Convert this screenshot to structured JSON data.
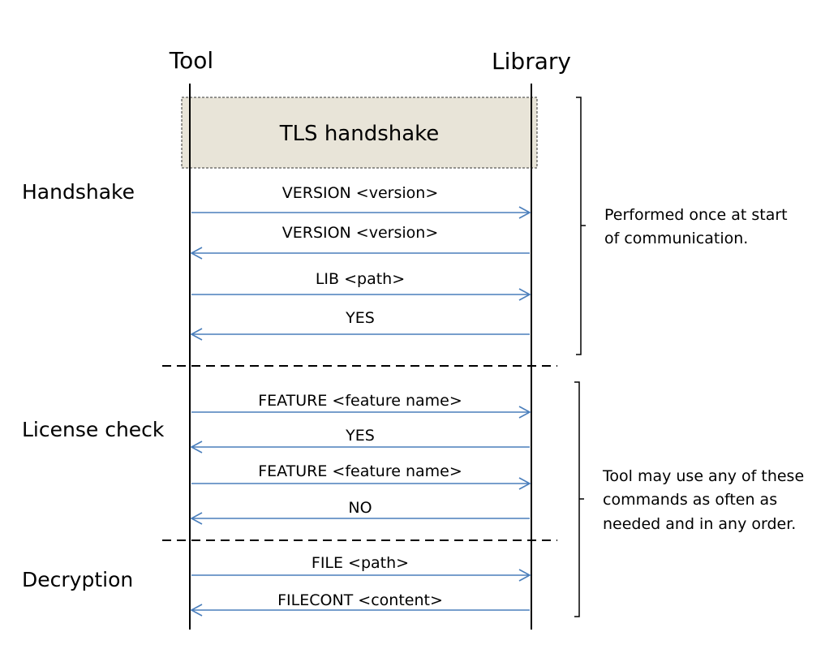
{
  "actors": {
    "left": "Tool",
    "right": "Library"
  },
  "tls_box": {
    "label": "TLS handshake",
    "fill": "#e8e4d8"
  },
  "phases": [
    {
      "id": "handshake",
      "label": "Handshake"
    },
    {
      "id": "license",
      "label": "License check"
    },
    {
      "id": "decryption",
      "label": "Decryption"
    }
  ],
  "messages": [
    {
      "label": "VERSION <version>",
      "direction": "to-library"
    },
    {
      "label": "VERSION <version>",
      "direction": "to-tool"
    },
    {
      "label": "LIB <path>",
      "direction": "to-library"
    },
    {
      "label": "YES",
      "direction": "to-tool"
    },
    {
      "label": "FEATURE <feature name>",
      "direction": "to-library"
    },
    {
      "label": "YES",
      "direction": "to-tool"
    },
    {
      "label": "FEATURE <feature name>",
      "direction": "to-library"
    },
    {
      "label": "NO",
      "direction": "to-tool"
    },
    {
      "label": "FILE <path>",
      "direction": "to-library"
    },
    {
      "label": "FILECONT <content>",
      "direction": "to-tool"
    }
  ],
  "notes": [
    {
      "lines": [
        "Performed once at start",
        "of communication."
      ]
    },
    {
      "lines": [
        "Tool may use any of these",
        "commands as often as",
        "needed and in any order."
      ]
    }
  ],
  "colors": {
    "arrow": "#4a7ebb",
    "lifeline": "#000000"
  }
}
